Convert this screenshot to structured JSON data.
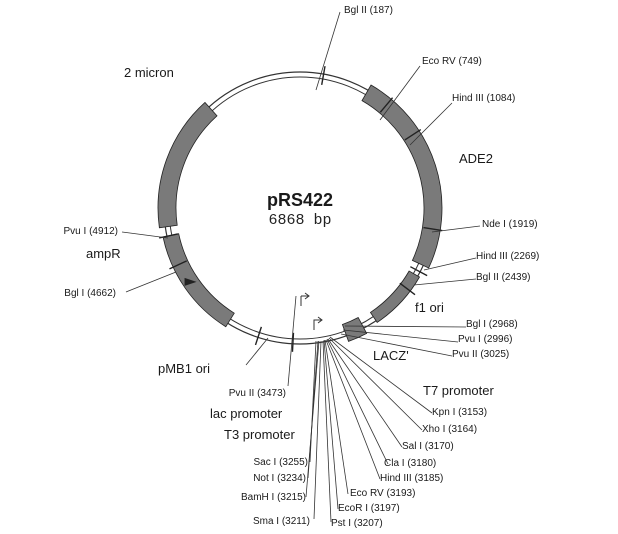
{
  "plasmid": {
    "name": "pRS422",
    "size": "6868 bp"
  },
  "features": {
    "two_micron": "2 micron",
    "ade2": "ADE2",
    "ampr": "ampR",
    "f1_ori": "f1 ori",
    "lacz": "LACZ'",
    "pmb1_ori": "pMB1 ori",
    "t7_promoter": "T7 promoter",
    "lac_promoter": "lac promoter",
    "t3_promoter": "T3 promoter"
  },
  "sites": {
    "bgl2_187": "Bgl II (187)",
    "ecorv_749": "Eco RV (749)",
    "hind3_1084": "Hind III (1084)",
    "nde1_1919": "Nde I (1919)",
    "hind3_2269": "Hind III (2269)",
    "bgl1_2439": "Bgl II (2439)",
    "bgl1_2968": "Bgl I (2968)",
    "pvu1_2996": "Pvu I (2996)",
    "pvu2_3025": "Pvu II (3025)",
    "kpn1_3153": "Kpn I (3153)",
    "xho1_3164": "Xho I (3164)",
    "sal1_3170": "Sal I (3170)",
    "cla1_3180": "Cla I (3180)",
    "hind3_3185": "Hind III (3185)",
    "ecorv_3193": "Eco RV (3193)",
    "ecor1_3197": "EcoR I (3197)",
    "pst1_3207": "Pst I (3207)",
    "sma1_3211": "Sma I (3211)",
    "bamh1_3215": "BamH I (3215)",
    "not1_3234": "Not I (3234)",
    "sac1_3255": "Sac I (3255)",
    "pvu2_3473": "Pvu II (3473)",
    "pvu1_4912": "Pvu I (4912)",
    "bgl1_4662": "Bgl I (4662)"
  }
}
